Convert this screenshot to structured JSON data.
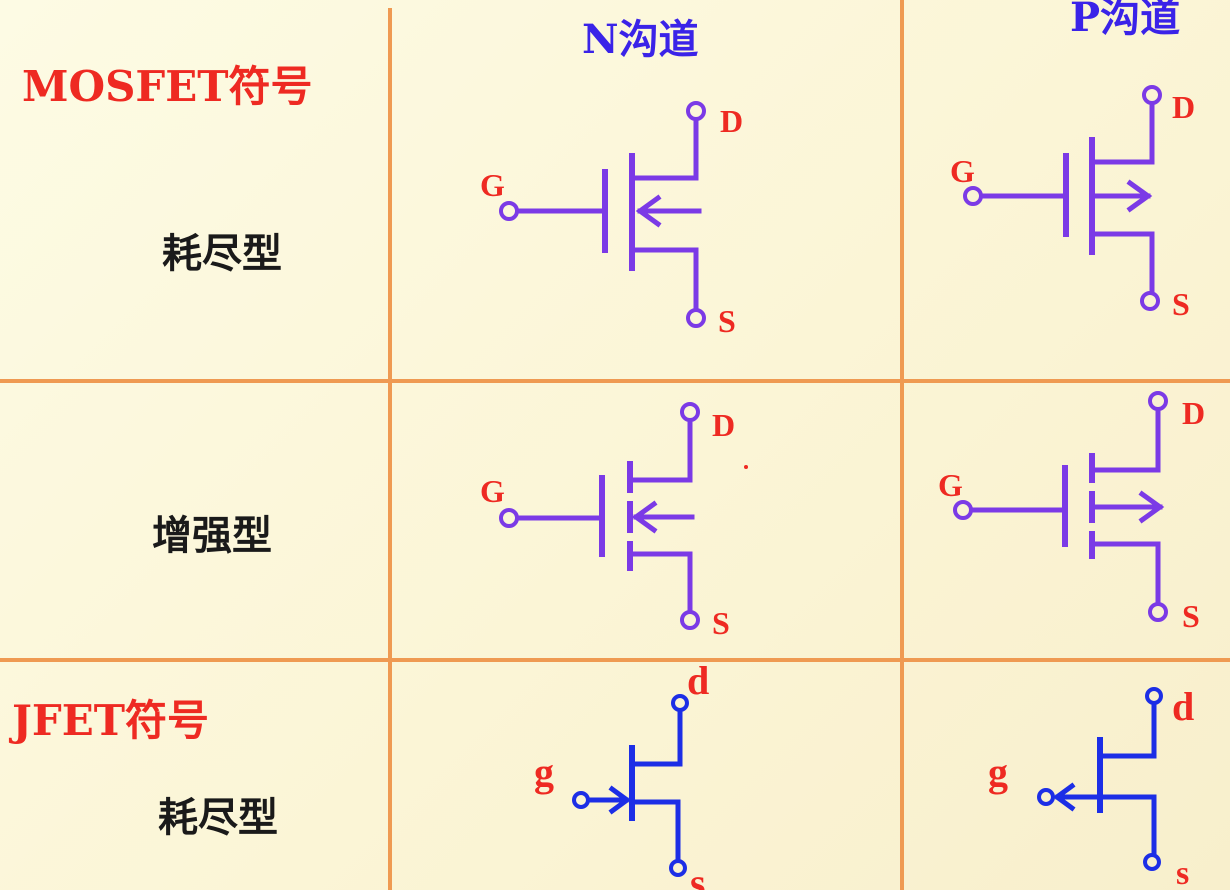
{
  "headers": {
    "n_channel": "N沟道",
    "p_channel": "P沟道"
  },
  "mosfet": {
    "title": "MOSFET符号",
    "depletion": "耗尽型",
    "enhancement": "增强型"
  },
  "jfet": {
    "title": "JFET符号",
    "depletion": "耗尽型"
  },
  "terminals": {
    "gate": "G",
    "drain": "D",
    "source": "S",
    "gate_lower": "g",
    "drain_lower": "d",
    "source_lower": "s"
  },
  "colors": {
    "mosfet_symbol": "#7b3ae6",
    "jfet_symbol": "#1c2ee6",
    "terminal_label": "#ee2a22",
    "heading_blue": "#3a23e8",
    "title_red": "#ee2a22",
    "grid_line": "#ef9a52"
  }
}
